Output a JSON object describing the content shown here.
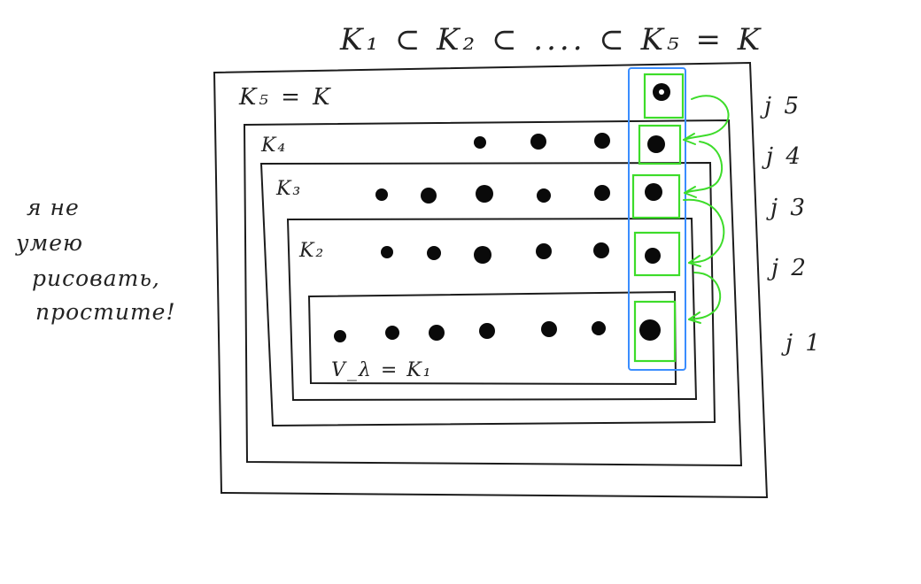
{
  "header": {
    "chain": "K₁ ⊂ K₂ ⊂ .... ⊂ K₅ = K"
  },
  "labels": {
    "k5": "K₅ = K",
    "k4": "K₄",
    "k3": "K₃",
    "k2": "K₂",
    "k1": "V_λ = K₁"
  },
  "indices": [
    "j 5",
    "j 4",
    "j 3",
    "j 2",
    "j 1"
  ],
  "note": [
    "я не",
    "умею",
    "рисовать,",
    "простите!"
  ],
  "colors": {
    "highlight_green": "#3ddc2a",
    "highlight_blue": "#3a8dff",
    "ink": "#1c1c1c"
  }
}
